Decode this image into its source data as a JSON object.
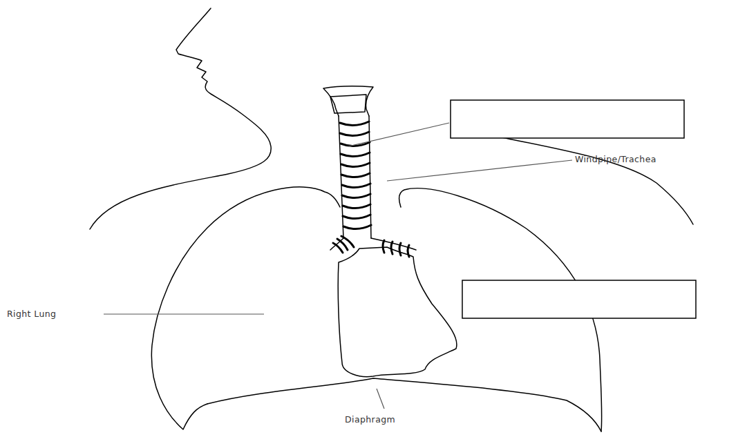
{
  "diagram": {
    "labels": [
      "Windpipe/Trachea",
      "Right Lung",
      "Diaphragm"
    ]
  }
}
